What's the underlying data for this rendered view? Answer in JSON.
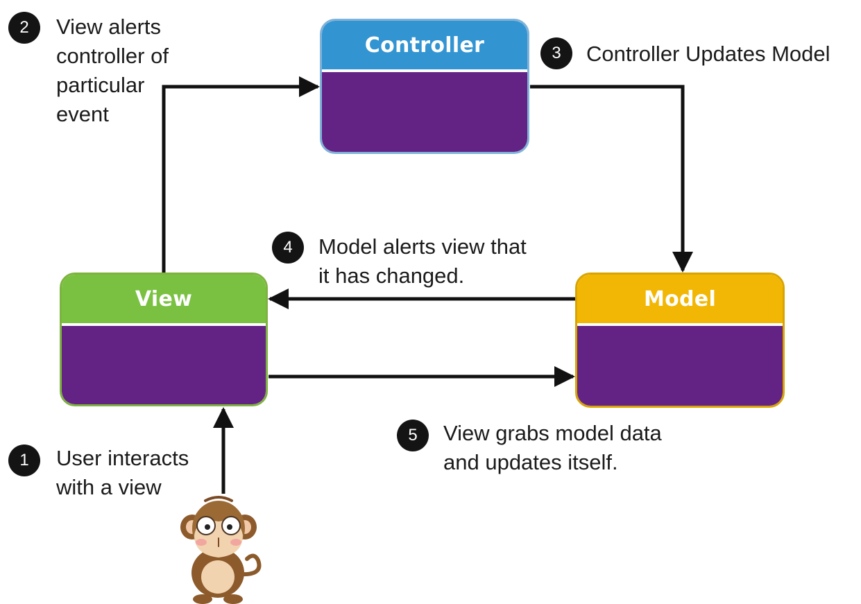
{
  "colors": {
    "controller_header": "#3394d2",
    "view_header": "#7ac142",
    "model_header": "#f2b705",
    "box_body": "#632385",
    "arrow": "#111111"
  },
  "nodes": {
    "controller": {
      "title": "Controller"
    },
    "view": {
      "title": "View"
    },
    "model": {
      "title": "Model"
    }
  },
  "steps": [
    {
      "number": "1",
      "lines": [
        "User interacts",
        "with a view"
      ]
    },
    {
      "number": "2",
      "lines": [
        "View alerts",
        "controller of",
        "particular",
        "event"
      ]
    },
    {
      "number": "3",
      "lines": [
        "Controller Updates Model"
      ]
    },
    {
      "number": "4",
      "lines": [
        "Model alerts view that",
        "it has changed."
      ]
    },
    {
      "number": "5",
      "lines": [
        "View grabs model data",
        "and updates itself."
      ]
    }
  ],
  "figure": {
    "icon": "monkey-icon"
  }
}
